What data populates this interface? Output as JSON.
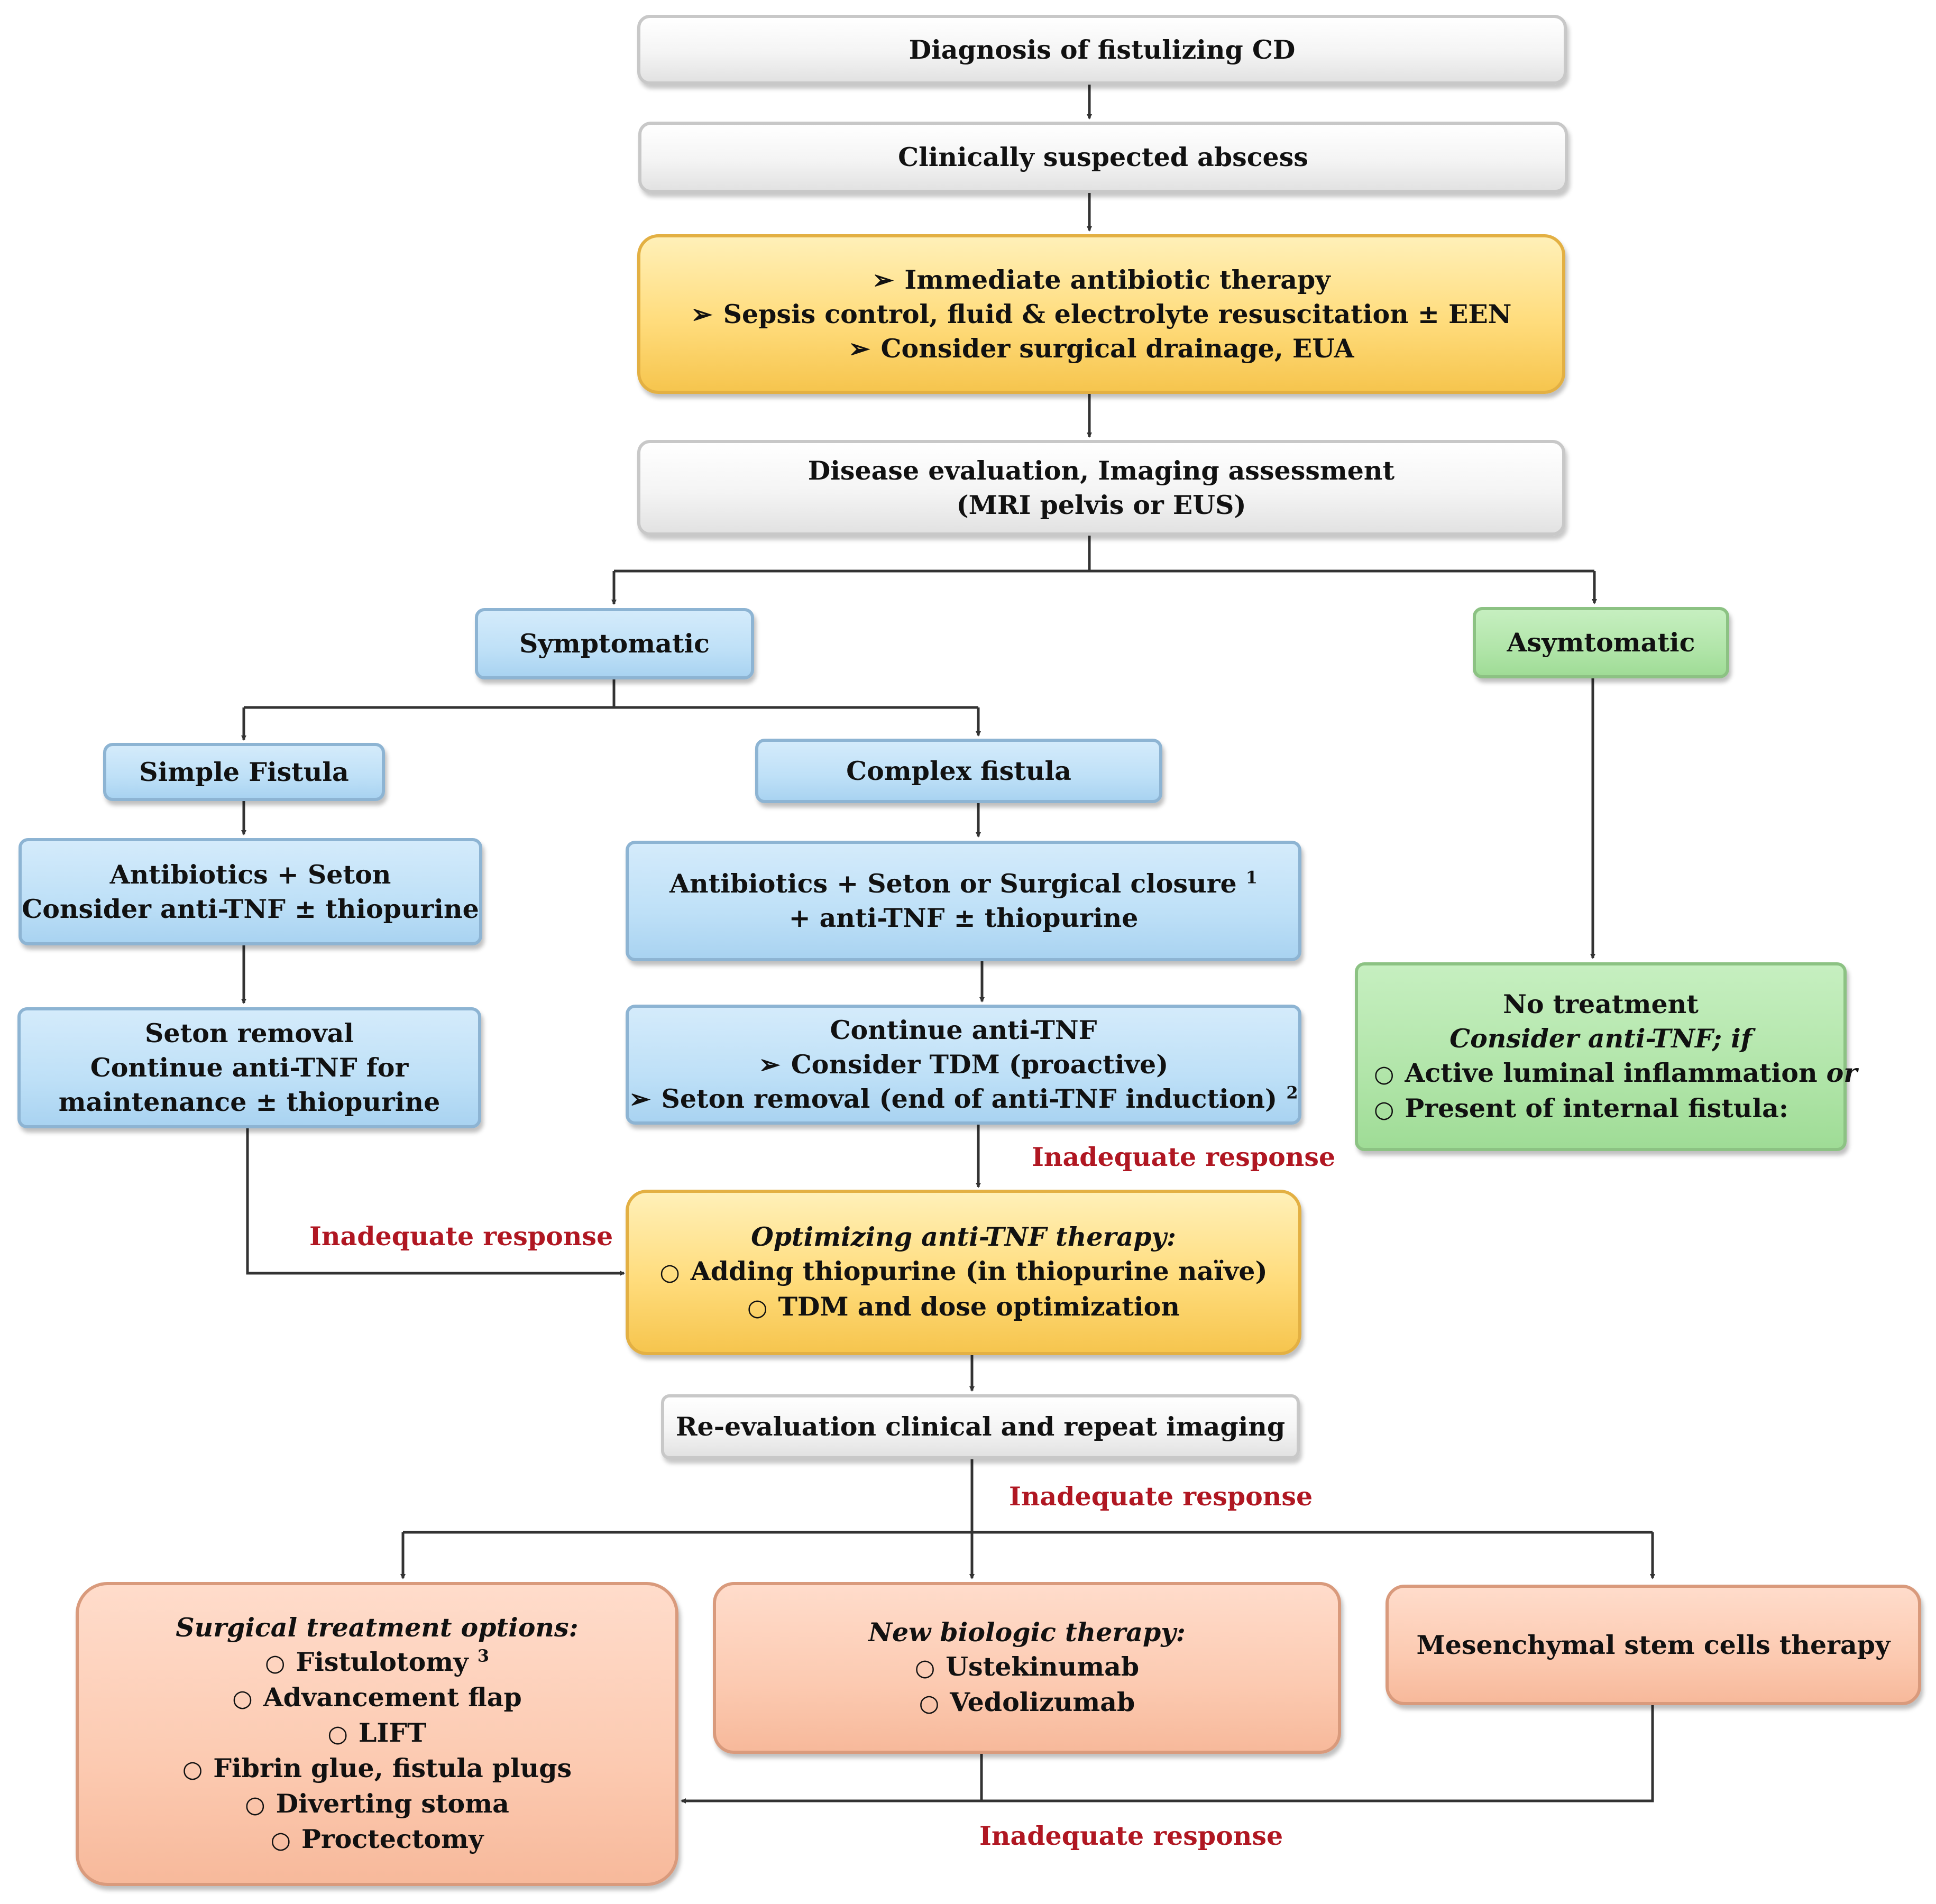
{
  "boxes": {
    "diagnosis": "Diagnosis of fistulizing CD",
    "abscess": "Clinically suspected abscess",
    "initial_management": [
      "Immediate antibiotic therapy",
      "Sepsis control, fluid & electrolyte resuscitation ± EEN",
      "Consider surgical drainage, EUA"
    ],
    "evaluation": [
      "Disease evaluation, Imaging assessment",
      "(MRI pelvis or EUS)"
    ],
    "symptomatic": "Symptomatic",
    "asymptomatic": "Asymtomatic",
    "simple_fistula": "Simple Fistula",
    "complex_fistula": "Complex fistula",
    "simple_treatment": [
      "Antibiotics + Seton",
      "Consider anti-TNF ± thiopurine"
    ],
    "complex_treatment": {
      "line1": "Antibiotics + Seton or Surgical closure",
      "line1_sup": "1",
      "line2": "+ anti-TNF ± thiopurine"
    },
    "simple_maintenance": [
      "Seton removal",
      "Continue anti-TNF for",
      "maintenance ± thiopurine"
    ],
    "complex_maintenance": {
      "line1": "Continue anti-TNF",
      "line2": "Consider TDM (proactive)",
      "line3": "Seton removal (end of anti-TNF induction)",
      "line3_sup": "2"
    },
    "no_treatment": {
      "line1": "No treatment",
      "line2": "Consider anti-TNF; if",
      "line3": "Active luminal inflammation",
      "line3_italic": "or",
      "line4": "Present of internal fistula:"
    },
    "optimizing": {
      "title": "Optimizing anti-TNF therapy:",
      "items": [
        "Adding thiopurine (in thiopurine naïve)",
        "TDM and dose optimization"
      ]
    },
    "reevaluation": "Re-evaluation clinical and repeat imaging",
    "surgical": {
      "title": "Surgical treatment options:",
      "items": [
        "Fistulotomy",
        "Advancement flap",
        "LIFT",
        "Fibrin glue, fistula plugs",
        "Diverting stoma",
        "Proctectomy"
      ],
      "first_sup": "3"
    },
    "biologic": {
      "title": "New biologic therapy:",
      "items": [
        "Ustekinumab",
        "Vedolizumab"
      ]
    },
    "stem_cells": "Mesenchymal stem cells therapy"
  },
  "labels": {
    "inadequate_response": "Inadequate response"
  },
  "markers": {
    "arrow_bullet": "➢",
    "circle_bullet": "○"
  },
  "colors": {
    "gray": "#f4f4f4",
    "yellow": "#ffdc7c",
    "blue": "#bee0f7",
    "green": "#b1e5a9",
    "peach": "#fccab1",
    "red_text": "#b01722",
    "connector": "#333333"
  }
}
